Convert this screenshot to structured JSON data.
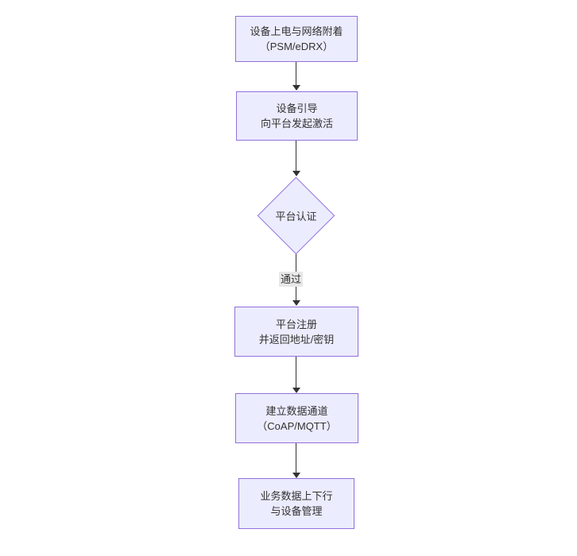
{
  "diagram": {
    "type": "flowchart",
    "direction": "top-down",
    "nodes": [
      {
        "id": "power_attach",
        "shape": "rect",
        "lines": [
          "设备上电与网络附着",
          "（PSM/eDRX）"
        ]
      },
      {
        "id": "bootstrap",
        "shape": "rect",
        "lines": [
          "设备引导",
          "向平台发起激活"
        ]
      },
      {
        "id": "platform_auth",
        "shape": "diamond",
        "lines": [
          "平台认证"
        ]
      },
      {
        "id": "register",
        "shape": "rect",
        "lines": [
          "平台注册",
          "并返回地址/密钥"
        ]
      },
      {
        "id": "data_channel",
        "shape": "rect",
        "lines": [
          "建立数据通道",
          "（CoAP/MQTT）"
        ]
      },
      {
        "id": "business",
        "shape": "rect",
        "lines": [
          "业务数据上下行",
          "与设备管理"
        ]
      }
    ],
    "edges": [
      {
        "from": "power_attach",
        "to": "bootstrap",
        "label": ""
      },
      {
        "from": "bootstrap",
        "to": "platform_auth",
        "label": ""
      },
      {
        "from": "platform_auth",
        "to": "register",
        "label": "通过"
      },
      {
        "from": "register",
        "to": "data_channel",
        "label": ""
      },
      {
        "from": "data_channel",
        "to": "business",
        "label": ""
      }
    ],
    "colors": {
      "node_fill": "#ececff",
      "node_border": "#9370db",
      "text_color": "#333333",
      "arrow_color": "#333333",
      "label_bg": "#e8e8e8",
      "canvas_bg": "#ffffff"
    }
  }
}
